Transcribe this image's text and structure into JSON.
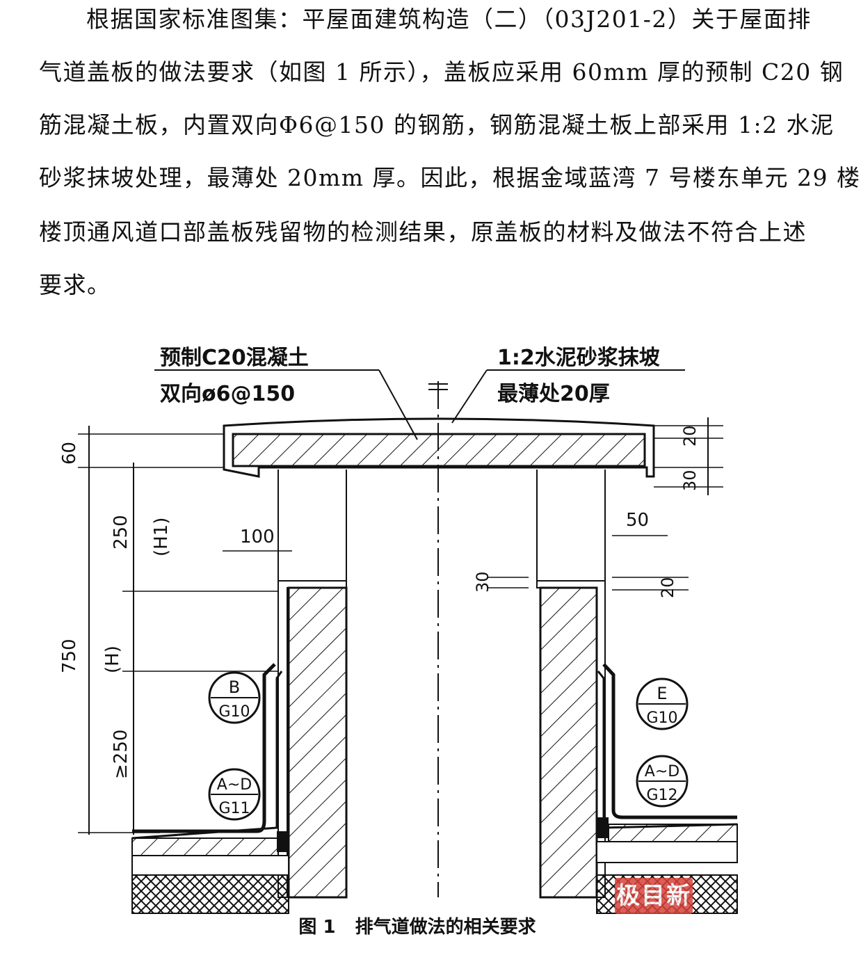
{
  "paragraph": {
    "lines": [
      "根据国家标准图集：平屋面建筑构造（二）（03J201-2）关于屋面排",
      "气道盖板的做法要求（如图 1 所示），盖板应采用 60mm 厚的预制 C20 钢",
      "筋混凝土板，内置双向Φ6@150 的钢筋，钢筋混凝土板上部采用 1:2 水泥",
      "砂浆抹坡处理，最薄处 20mm 厚。因此，根据金域蓝湾 7 号楼东单元 29 楼",
      "楼顶通风道口部盖板残留物的检测结果，原盖板的材料及做法不符合上述",
      "要求。"
    ]
  },
  "figure": {
    "labels": {
      "left_note_1": "预制C20混凝土",
      "left_note_2": "双向ø6@150",
      "right_note_1": "1:2水泥砂浆抹坡",
      "right_note_2": "最薄处20厚"
    },
    "dimensions": {
      "d60": "60",
      "d250": "250",
      "dH1": "(H1)",
      "d750": "750",
      "dH": "(H)",
      "dge250": "≥250",
      "d100": "100",
      "d50": "50",
      "d20a": "20",
      "d30a": "30",
      "d30b": "30",
      "d20b": "20"
    },
    "callouts": {
      "b_top": "B",
      "b_bottom": "G10",
      "ad_left_top": "A~D",
      "ad_left_bottom": "G11",
      "e_top": "E",
      "e_bottom": "G10",
      "ad_right_top": "A~D",
      "ad_right_bottom": "G12"
    },
    "caption_number": "图 1",
    "caption_text": "排气道做法的相关要求"
  },
  "watermark": "极目新"
}
